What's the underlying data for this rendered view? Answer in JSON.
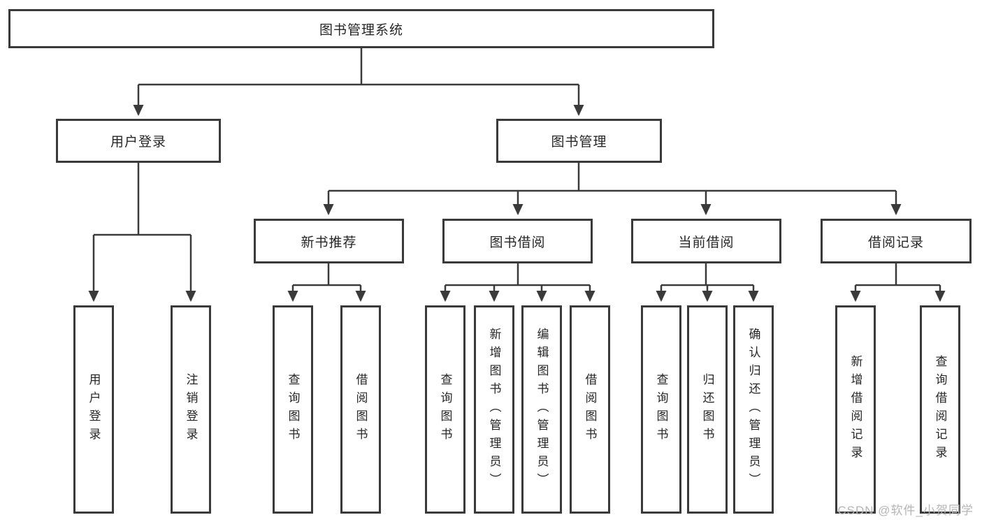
{
  "diagram": {
    "root": {
      "label": "图书管理系统"
    },
    "level1": [
      {
        "label": "用户登录"
      },
      {
        "label": "图书管理"
      }
    ],
    "level2": [
      {
        "label": "新书推荐"
      },
      {
        "label": "图书借阅"
      },
      {
        "label": "当前借阅"
      },
      {
        "label": "借阅记录"
      }
    ],
    "leaves": {
      "user_login": [
        {
          "label": "用户登录"
        },
        {
          "label": "注销登录"
        }
      ],
      "new_books": [
        {
          "label": "查询图书"
        },
        {
          "label": "借阅图书"
        }
      ],
      "book_borrow": [
        {
          "label": "查询图书"
        },
        {
          "label": "新增图书（管理员）"
        },
        {
          "label": "编辑图书（管理员）"
        },
        {
          "label": "借阅图书"
        }
      ],
      "current_borrow": [
        {
          "label": "查询图书"
        },
        {
          "label": "归还图书"
        },
        {
          "label": "确认归还（管理员）"
        }
      ],
      "borrow_records": [
        {
          "label": "新增借阅记录"
        },
        {
          "label": "查询借阅记录"
        }
      ]
    }
  },
  "watermark": {
    "text": "CSDN @软件_小贺同学"
  },
  "colors": {
    "line": "#3a3a3a",
    "box_border": "#3a3a3a",
    "text": "#262626",
    "watermark": "#b5b5b5",
    "background": "#ffffff"
  }
}
